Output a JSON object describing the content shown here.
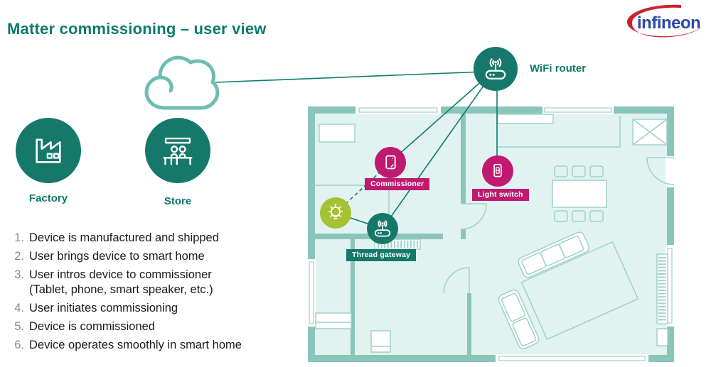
{
  "title": "Matter commissioning – user view",
  "logo": {
    "brand": "infineon"
  },
  "nodes": {
    "wifi_router": {
      "label": "WiFi router"
    },
    "commissioner": {
      "label": "Commissioner"
    },
    "light_switch": {
      "label": "Light switch"
    },
    "thread_gateway": {
      "label": "Thread gateway"
    }
  },
  "supply_chain": [
    {
      "label": "Factory"
    },
    {
      "label": "Store"
    }
  ],
  "steps": [
    {
      "num": "1.",
      "text": "Device is manufactured and shipped"
    },
    {
      "num": "2.",
      "text": "User brings device to smart home"
    },
    {
      "num": "3.",
      "text": "User intros device to commissioner\n(Tablet, phone, smart speaker, etc.)"
    },
    {
      "num": "4.",
      "text": "User initiates commissioning"
    },
    {
      "num": "5.",
      "text": "Device is commissioned"
    },
    {
      "num": "6.",
      "text": "Device operates smoothly in smart home"
    }
  ],
  "colors": {
    "teal_text": "#0d7a6c",
    "teal_circle": "#15786b",
    "teal_light": "#6fbdb2",
    "wall": "#8ac5bb",
    "room_fill": "#e1f3f0",
    "furniture": "#9fd2c8",
    "magenta": "#be1a70",
    "green": "#a5c233",
    "logo_blue": "#2b47a8",
    "logo_red": "#ce2030"
  }
}
